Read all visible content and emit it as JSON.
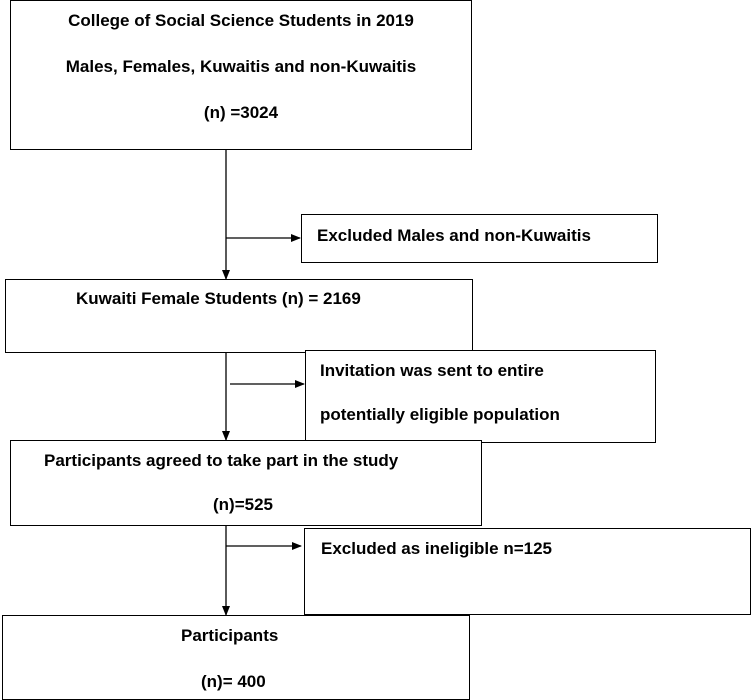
{
  "flowchart": {
    "total": {
      "line1": "College of Social Science Students in 2019",
      "line2": "Males, Females, Kuwaitis and non-Kuwaitis",
      "line3": "(n) =3024"
    },
    "exclusion1": {
      "line1": "Excluded Males and non-Kuwaitis"
    },
    "females": {
      "line1": "Kuwaiti Female Students (n) = 2169"
    },
    "invitation": {
      "line1": "Invitation was sent to entire",
      "line2": "potentially eligible population"
    },
    "agreed": {
      "line1": "Participants agreed to take part in the study",
      "line2": "(n)=525"
    },
    "exclusion2": {
      "line1": "Excluded as ineligible n=125"
    },
    "participants": {
      "line1": "Participants",
      "line2": "(n)= 400"
    }
  }
}
